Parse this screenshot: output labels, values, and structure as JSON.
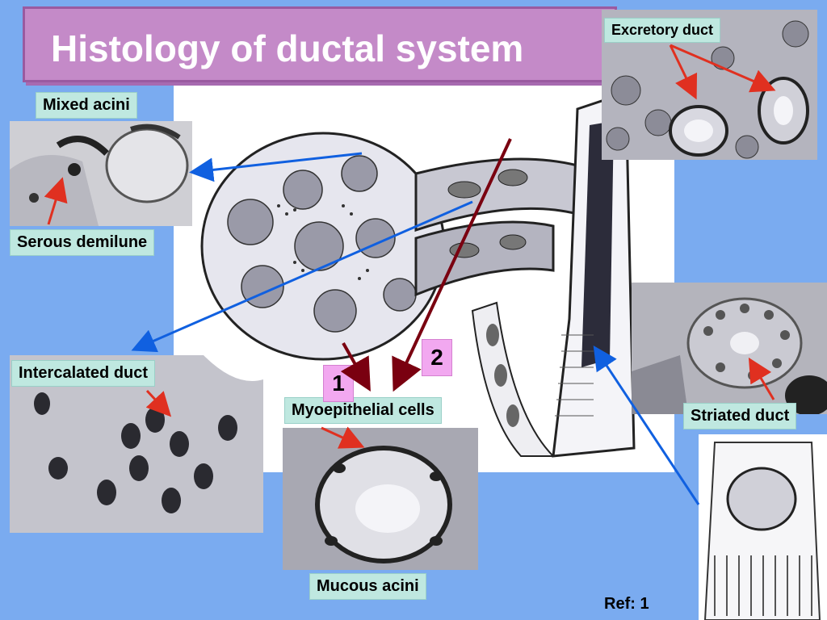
{
  "title": "Histology of ductal system",
  "labels": {
    "mixed_acini": "Mixed acini",
    "serous_demilune": "Serous demilune",
    "intercalated_duct": "Intercalated duct",
    "myoepithelial_cells": "Myoepithelial cells",
    "mucous_acini": "Mucous acini",
    "excretory_duct": "Excretory duct",
    "striated_duct": "Striated duct"
  },
  "numbers": {
    "one": "1",
    "two": "2"
  },
  "ref": "Ref: 1",
  "colors": {
    "background": "#7aabf0",
    "title_bg": "#c48ac8",
    "label_bg": "#bfe8e0",
    "number_bg": "#f2a8f0",
    "arrow_blue": "#1060e0",
    "arrow_red": "#e03020",
    "arrow_darkred": "#7a0010"
  }
}
